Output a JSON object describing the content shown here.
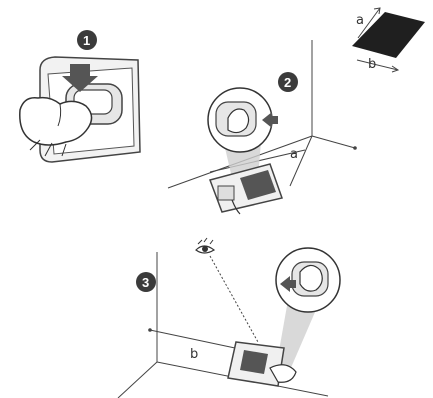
{
  "steps": [
    {
      "number": "1"
    },
    {
      "number": "2"
    },
    {
      "number": "3"
    }
  ],
  "dimension_labels": {
    "tile_a": "a",
    "tile_b": "b",
    "wall_a": "a",
    "floor_b": "b"
  },
  "colors": {
    "step_marker": "#3b3b3b",
    "tile": "#1f1f1f",
    "line": "#444444",
    "device": "#e6e6e6"
  },
  "icons": [
    "eye-icon",
    "press-arrow-icon",
    "hand-icon",
    "magnifier-circle-icon"
  ]
}
